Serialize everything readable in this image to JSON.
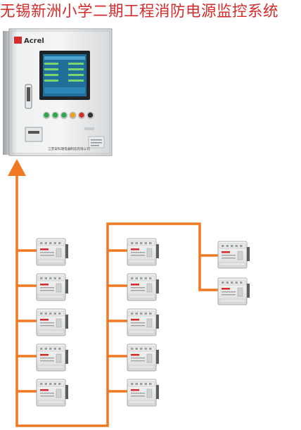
{
  "title": "无锡新洲小学二期工程消防电源监控系统",
  "cabinet": {
    "brand": "Acrel",
    "company": "江苏安科瑞电器制造有限公司",
    "indicator_colors": [
      "#2fa84a",
      "#2fa84a",
      "#2fa84a",
      "#e8a21c",
      "#d42b2b",
      "#333333"
    ]
  },
  "colors": {
    "line": "#f07820",
    "title": "#d42b2b"
  },
  "module_columns": [
    {
      "count": 5
    },
    {
      "count": 5
    },
    {
      "count": 2
    }
  ]
}
